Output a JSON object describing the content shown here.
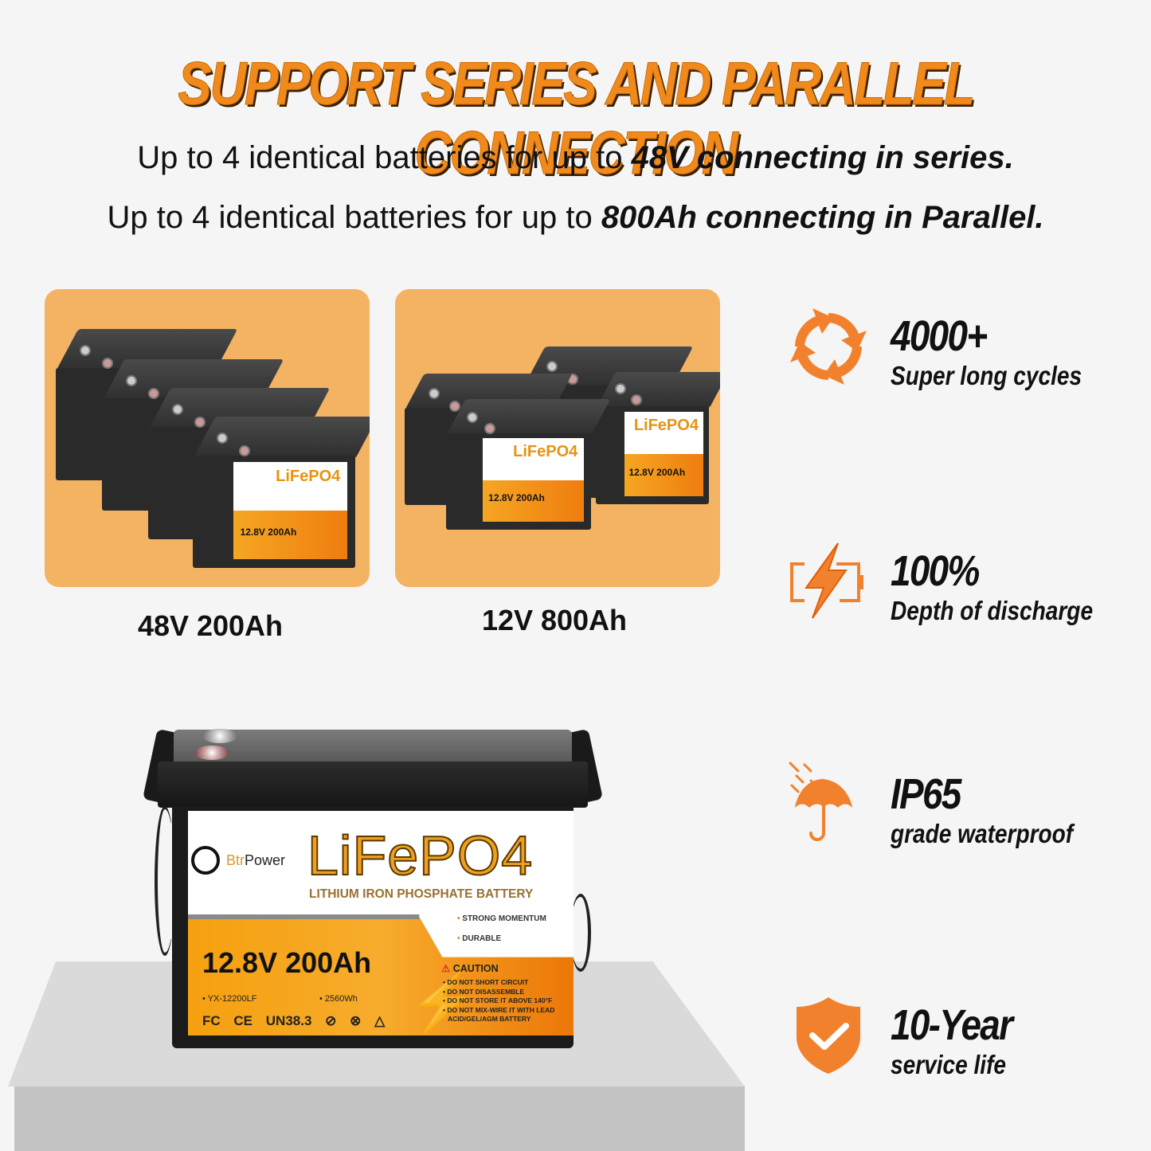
{
  "header": {
    "title": "SUPPORT SERIES AND PARALLEL CONNECTION",
    "line1_prefix": "Up to 4 identical batteries for up to ",
    "line1_emph": "48V connecting in series.",
    "line2_prefix": "Up to 4 identical batteries for up to ",
    "line2_emph": "800Ah connecting in Parallel."
  },
  "configs": [
    {
      "label": "48V 200Ah",
      "battery_count": 4,
      "arrangement": "series"
    },
    {
      "label": "12V 800Ah",
      "battery_count": 4,
      "arrangement": "parallel"
    }
  ],
  "mini_battery": {
    "title": "LiFePO4",
    "spec": "12.8V 200Ah"
  },
  "features": [
    {
      "icon": "cycle-arrows-icon",
      "headline": "4000+",
      "caption": "Super long cycles"
    },
    {
      "icon": "battery-bolt-icon",
      "headline": "100%",
      "caption": "Depth of discharge"
    },
    {
      "icon": "umbrella-rain-icon",
      "headline": "IP65",
      "caption": "grade waterproof"
    },
    {
      "icon": "shield-check-icon",
      "headline": "10-Year",
      "caption": "service life"
    }
  ],
  "battery_label": {
    "brand_prefix": "Btr",
    "brand_suffix": "Power",
    "title": "LiFePO4",
    "subtitle": "LITHIUM IRON PHOSPHATE BATTERY",
    "bullets": [
      "STRONG MOMENTUM",
      "DURABLE"
    ],
    "capacity": "12.8V 200Ah",
    "model": "• YX-12200LF",
    "energy": "• 2560Wh",
    "certifications": [
      "FC",
      "CE",
      "UN38.3"
    ],
    "caution_title": "CAUTION",
    "cautions": [
      "• DO NOT SHORT CIRCUIT",
      "• DO NOT DISASSEMBLE",
      "• DO NOT STORE IT ABOVE 140°F",
      "• DO NOT MIX-WIRE IT WITH LEAD",
      "ACID/GEL/AGM BATTERY"
    ]
  },
  "colors": {
    "accent_orange": "#f08a1c",
    "panel_bg": "#f3b363",
    "background": "#f5f5f5"
  }
}
